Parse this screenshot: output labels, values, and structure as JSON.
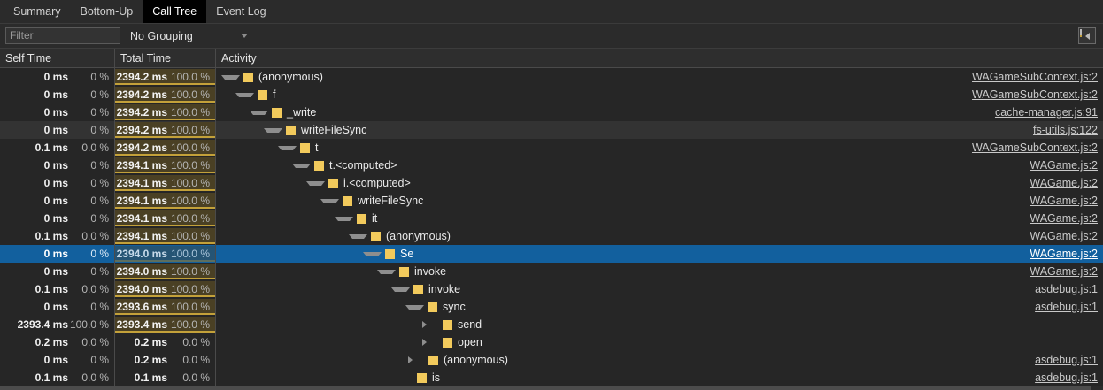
{
  "tabs": [
    {
      "label": "Summary",
      "active": false
    },
    {
      "label": "Bottom-Up",
      "active": false
    },
    {
      "label": "Call Tree",
      "active": true
    },
    {
      "label": "Event Log",
      "active": false
    }
  ],
  "toolbar": {
    "filter_placeholder": "Filter",
    "filter_value": "",
    "grouping_label": "No Grouping",
    "sidebar_toggle_name": "collapse-sidebar"
  },
  "columns": {
    "self_time": "Self Time",
    "total_time": "Total Time",
    "activity": "Activity"
  },
  "colors": {
    "accent_selected": "#12609e",
    "bar_fill": "#4a4024",
    "bar_border": "#c3a13a",
    "swatch": "#f2ca5c",
    "background": "#262626"
  },
  "rows": [
    {
      "self_ms": "0 ms",
      "self_pct": "0 %",
      "total_ms": "2394.2 ms",
      "total_pct": "100.0 %",
      "bar_pct": 100,
      "depth": 0,
      "twisty": "open",
      "label": "(anonymous)",
      "link": "WAGameSubContext.js:2",
      "state": "normal"
    },
    {
      "self_ms": "0 ms",
      "self_pct": "0 %",
      "total_ms": "2394.2 ms",
      "total_pct": "100.0 %",
      "bar_pct": 100,
      "depth": 1,
      "twisty": "open",
      "label": "f",
      "link": "WAGameSubContext.js:2",
      "state": "normal"
    },
    {
      "self_ms": "0 ms",
      "self_pct": "0 %",
      "total_ms": "2394.2 ms",
      "total_pct": "100.0 %",
      "bar_pct": 100,
      "depth": 2,
      "twisty": "open",
      "label": "_write",
      "link": "cache-manager.js:91",
      "state": "normal"
    },
    {
      "self_ms": "0 ms",
      "self_pct": "0 %",
      "total_ms": "2394.2 ms",
      "total_pct": "100.0 %",
      "bar_pct": 100,
      "depth": 3,
      "twisty": "open",
      "label": "writeFileSync",
      "link": "fs-utils.js:122",
      "state": "hover"
    },
    {
      "self_ms": "0.1 ms",
      "self_pct": "0.0 %",
      "total_ms": "2394.2 ms",
      "total_pct": "100.0 %",
      "bar_pct": 100,
      "depth": 4,
      "twisty": "open",
      "label": "t",
      "link": "WAGameSubContext.js:2",
      "state": "normal"
    },
    {
      "self_ms": "0 ms",
      "self_pct": "0 %",
      "total_ms": "2394.1 ms",
      "total_pct": "100.0 %",
      "bar_pct": 100,
      "depth": 5,
      "twisty": "open",
      "label": "t.<computed>",
      "link": "WAGame.js:2",
      "state": "normal"
    },
    {
      "self_ms": "0 ms",
      "self_pct": "0 %",
      "total_ms": "2394.1 ms",
      "total_pct": "100.0 %",
      "bar_pct": 100,
      "depth": 6,
      "twisty": "open",
      "label": "i.<computed>",
      "link": "WAGame.js:2",
      "state": "normal"
    },
    {
      "self_ms": "0 ms",
      "self_pct": "0 %",
      "total_ms": "2394.1 ms",
      "total_pct": "100.0 %",
      "bar_pct": 100,
      "depth": 7,
      "twisty": "open",
      "label": "writeFileSync",
      "link": "WAGame.js:2",
      "state": "normal"
    },
    {
      "self_ms": "0 ms",
      "self_pct": "0 %",
      "total_ms": "2394.1 ms",
      "total_pct": "100.0 %",
      "bar_pct": 100,
      "depth": 8,
      "twisty": "open",
      "label": "it",
      "link": "WAGame.js:2",
      "state": "normal"
    },
    {
      "self_ms": "0.1 ms",
      "self_pct": "0.0 %",
      "total_ms": "2394.1 ms",
      "total_pct": "100.0 %",
      "bar_pct": 100,
      "depth": 9,
      "twisty": "open",
      "label": "(anonymous)",
      "link": "WAGame.js:2",
      "state": "normal"
    },
    {
      "self_ms": "0 ms",
      "self_pct": "0 %",
      "total_ms": "2394.0 ms",
      "total_pct": "100.0 %",
      "bar_pct": 100,
      "depth": 10,
      "twisty": "open",
      "label": "Se",
      "link": "WAGame.js:2",
      "state": "selected"
    },
    {
      "self_ms": "0 ms",
      "self_pct": "0 %",
      "total_ms": "2394.0 ms",
      "total_pct": "100.0 %",
      "bar_pct": 100,
      "depth": 11,
      "twisty": "open",
      "label": "invoke",
      "link": "WAGame.js:2",
      "state": "normal"
    },
    {
      "self_ms": "0.1 ms",
      "self_pct": "0.0 %",
      "total_ms": "2394.0 ms",
      "total_pct": "100.0 %",
      "bar_pct": 100,
      "depth": 12,
      "twisty": "open",
      "label": "invoke",
      "link": "asdebug.js:1",
      "state": "normal"
    },
    {
      "self_ms": "0 ms",
      "self_pct": "0 %",
      "total_ms": "2393.6 ms",
      "total_pct": "100.0 %",
      "bar_pct": 100,
      "depth": 13,
      "twisty": "open",
      "label": "sync",
      "link": "asdebug.js:1",
      "state": "normal"
    },
    {
      "self_ms": "2393.4 ms",
      "self_pct": "100.0 %",
      "total_ms": "2393.4 ms",
      "total_pct": "100.0 %",
      "bar_pct": 100,
      "depth": 14,
      "twisty": "closed",
      "label": "send",
      "link": "",
      "state": "normal"
    },
    {
      "self_ms": "0.2 ms",
      "self_pct": "0.0 %",
      "total_ms": "0.2 ms",
      "total_pct": "0.0 %",
      "bar_pct": 0,
      "depth": 14,
      "twisty": "closed",
      "label": "open",
      "link": "",
      "state": "normal"
    },
    {
      "self_ms": "0 ms",
      "self_pct": "0 %",
      "total_ms": "0.2 ms",
      "total_pct": "0.0 %",
      "bar_pct": 0,
      "depth": 13,
      "twisty": "closed",
      "label": "(anonymous)",
      "link": "asdebug.js:1",
      "state": "normal"
    },
    {
      "self_ms": "0.1 ms",
      "self_pct": "0.0 %",
      "total_ms": "0.1 ms",
      "total_pct": "0.0 %",
      "bar_pct": 0,
      "depth": 13,
      "twisty": "none",
      "label": "is",
      "link": "asdebug.js:1",
      "state": "normal"
    }
  ]
}
